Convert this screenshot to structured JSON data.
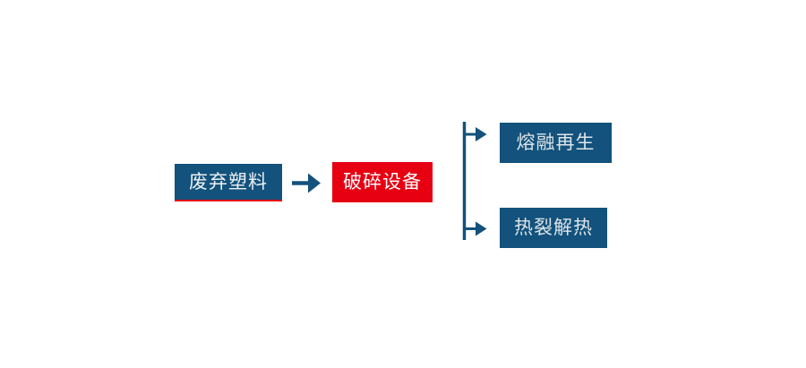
{
  "diagram": {
    "type": "flowchart",
    "direction": "left-to-right",
    "nodes": [
      {
        "id": "waste-plastic",
        "label": "废弃塑料",
        "fill": "#12527C",
        "text_color": "#EDF1F4",
        "underline": "#E60012"
      },
      {
        "id": "crushing-equipment",
        "label": "破碎设备",
        "fill": "#E60012",
        "text_color": "#FDFDFD"
      },
      {
        "id": "melt-regeneration",
        "label": "熔融再生",
        "fill": "#12527C",
        "text_color": "#DEE4E8"
      },
      {
        "id": "thermal-pyrolysis",
        "label": "热裂解热",
        "fill": "#12527C",
        "text_color": "#DEE4E8"
      }
    ],
    "edges": [
      {
        "from": "waste-plastic",
        "to": "crushing-equipment"
      },
      {
        "from": "crushing-equipment",
        "to": "melt-regeneration"
      },
      {
        "from": "crushing-equipment",
        "to": "thermal-pyrolysis"
      }
    ],
    "colors": {
      "connector": "#12527C"
    }
  }
}
